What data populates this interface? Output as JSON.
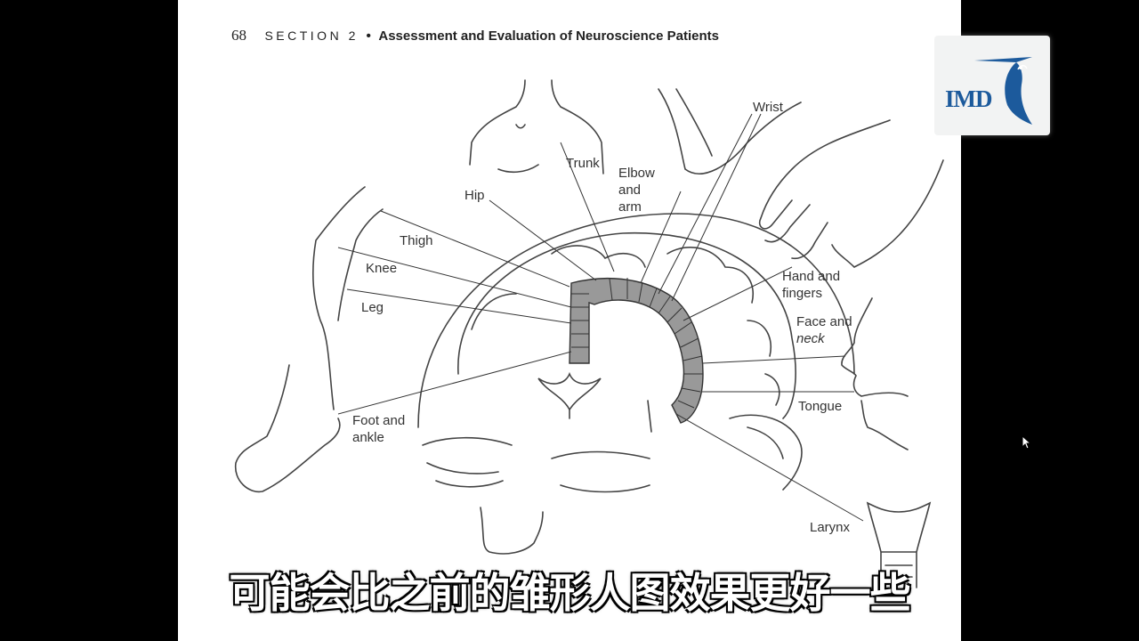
{
  "header": {
    "page_number": "68",
    "section": "SECTION 2",
    "bullet": "•",
    "title": "Assessment and Evaluation of Neuroscience Patients"
  },
  "labels": {
    "trunk": "Trunk",
    "hip": "Hip",
    "elbow_line1": "Elbow",
    "elbow_line2": "and",
    "elbow_line3": "arm",
    "wrist": "Wrist",
    "thigh": "Thigh",
    "knee": "Knee",
    "leg": "Leg",
    "hand_line1": "Hand and",
    "hand_line2": "fingers",
    "face_line1": "Face and",
    "face_line2": "neck",
    "tongue": "Tongue",
    "foot_line1": "Foot and",
    "foot_line2": "ankle",
    "larynx": "Larynx"
  },
  "logo": {
    "text": "IMD"
  },
  "subtitle": "可能会比之前的雏形人图效果更好一些"
}
